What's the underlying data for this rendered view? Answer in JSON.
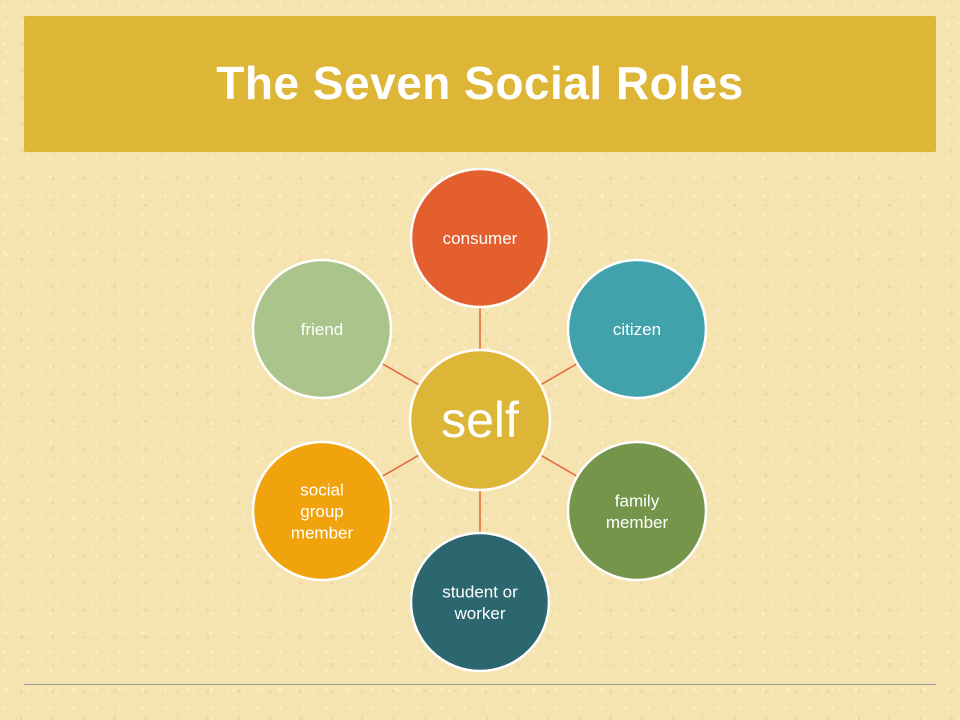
{
  "title": "The Seven Social Roles",
  "center": {
    "label": "self",
    "color": "#deb637"
  },
  "connector_color": "#e36b3c",
  "roles": [
    {
      "lines": [
        "consumer"
      ],
      "color": "#e35f2d"
    },
    {
      "lines": [
        "citizen"
      ],
      "color": "#42a2ac"
    },
    {
      "lines": [
        "family",
        "member"
      ],
      "color": "#74954a"
    },
    {
      "lines": [
        "student or",
        "worker"
      ],
      "color": "#2c6770"
    },
    {
      "lines": [
        "social",
        "group",
        "member"
      ],
      "color": "#f0a30d"
    },
    {
      "lines": [
        "friend"
      ],
      "color": "#aac48c"
    }
  ]
}
